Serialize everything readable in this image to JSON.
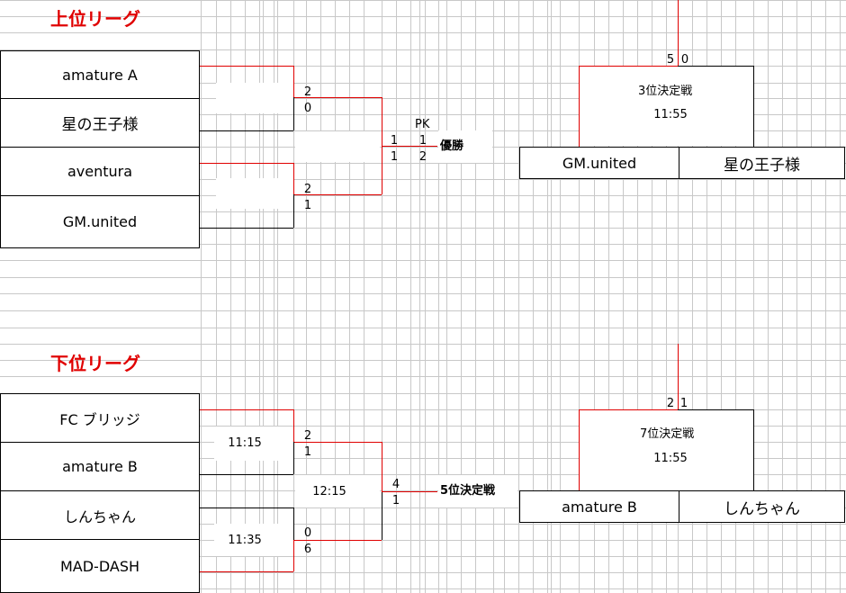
{
  "upper": {
    "title": "上位リーグ",
    "teams": [
      "amature A",
      "星の王子様",
      "aventura",
      "GM.united"
    ],
    "semi1": {
      "top": "2",
      "bottom": "0"
    },
    "semi2": {
      "top": "2",
      "bottom": "1"
    },
    "final": {
      "score_top": "1",
      "score_bottom": "1",
      "pk_label": "PK",
      "pk_top": "1",
      "pk_bottom": "2",
      "result": "優勝"
    },
    "third_place": {
      "score_left": "5",
      "score_right": "0",
      "title": "3位決定戦",
      "time": "11:55",
      "team_left": "GM.united",
      "team_right": "星の王子様"
    }
  },
  "lower": {
    "title": "下位リーグ",
    "teams": [
      "FC ブリッジ",
      "amature B",
      "しんちゃん",
      "MAD-DASH"
    ],
    "semi1": {
      "time": "11:15",
      "top": "2",
      "bottom": "1"
    },
    "semi2": {
      "time": "11:35",
      "top": "0",
      "bottom": "6"
    },
    "final": {
      "time": "12:15",
      "score_top": "4",
      "score_bottom": "1",
      "result": "5位決定戦"
    },
    "seventh_place": {
      "score_left": "2",
      "score_right": "1",
      "title": "7位決定戦",
      "time": "11:55",
      "team_left": "amature B",
      "team_right": "しんちゃん"
    }
  },
  "colors": {
    "win_line": "#e00000",
    "title": "#e00000",
    "grid": "#c8c8c8"
  }
}
